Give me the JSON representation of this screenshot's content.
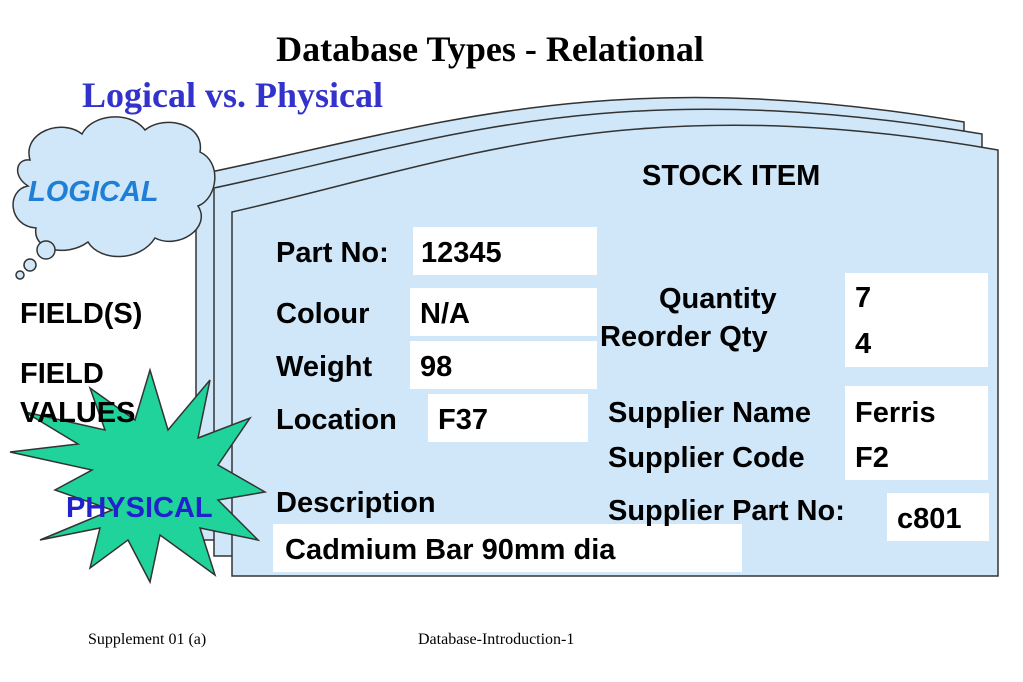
{
  "title": "Database Types - Relational",
  "subtitle": "Logical vs. Physical",
  "bubble_label": "LOGICAL",
  "burst_label": "PHYSICAL",
  "side_labels": {
    "fields": "FIELD(S)",
    "field_values_line1": "FIELD",
    "field_values_line2": "VALUES"
  },
  "form": {
    "heading": "STOCK ITEM",
    "part_no_label": "Part No:",
    "part_no_value": "12345",
    "colour_label": "Colour",
    "colour_value": "N/A",
    "weight_label": "Weight",
    "weight_value": "98",
    "location_label": "Location",
    "location_value": "F37",
    "description_label": "Description",
    "description_value": "Cadmium Bar 90mm dia",
    "quantity_label": "Quantity",
    "quantity_value": "7",
    "reorder_label": "Reorder Qty",
    "reorder_value": "4",
    "supplier_name_label": "Supplier Name",
    "supplier_name_value": "Ferris",
    "supplier_code_label": "Supplier Code",
    "supplier_code_value": "F2",
    "supplier_part_label": "Supplier Part No:",
    "supplier_part_value": "c801"
  },
  "footer": {
    "left": "Supplement 01 (a)",
    "center": "Database-Introduction-1"
  },
  "colors": {
    "page_fill": "#cfe7f8",
    "subtitle": "#3333cc",
    "logical_text": "#1f7fd6",
    "physical_text": "#2222cc",
    "burst_fill": "#1fd39a"
  }
}
